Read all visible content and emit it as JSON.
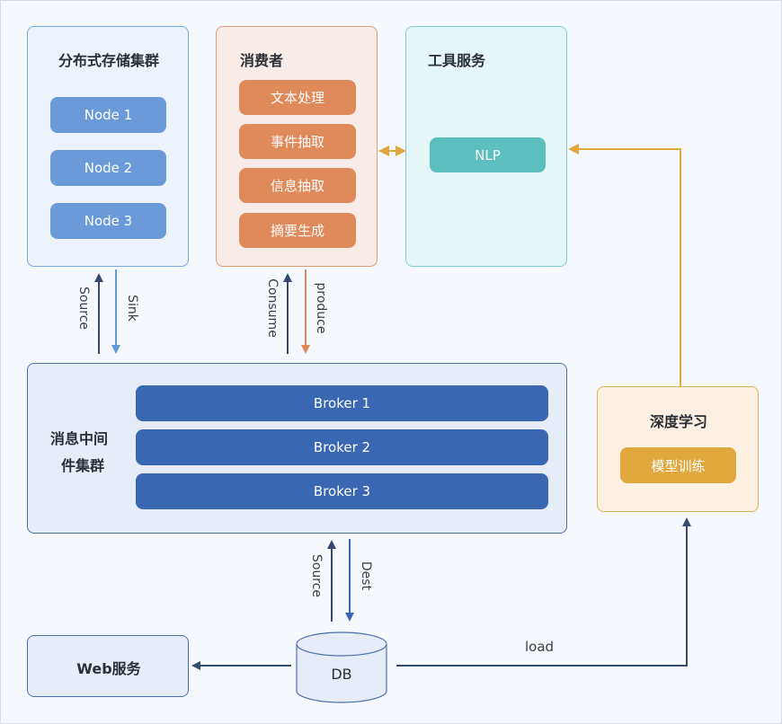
{
  "storage": {
    "title": "分布式存储集群",
    "nodes": [
      "Node 1",
      "Node 2",
      "Node 3"
    ]
  },
  "consumer": {
    "title": "消费者",
    "tasks": [
      "文本处理",
      "事件抽取",
      "信息抽取",
      "摘要生成"
    ]
  },
  "tools": {
    "title": "工具服务",
    "service": "NLP"
  },
  "broker": {
    "title_line1": "消息中间",
    "title_line2": "件集群",
    "brokers": [
      "Broker 1",
      "Broker 2",
      "Broker 3"
    ]
  },
  "deep": {
    "title": "深度学习",
    "task": "模型训练"
  },
  "web": {
    "title": "Web服务"
  },
  "db": {
    "label": "DB"
  },
  "edges": {
    "source": "Source",
    "sink": "Sink",
    "consume": "Consume",
    "produce": "produce",
    "source2": "Source",
    "dest": "Dest",
    "load": "load"
  },
  "colors": {
    "storage_bg": "#edf3fb",
    "storage_border": "#7aa6d6",
    "node": "#6a9bd8",
    "consumer_bg": "#f7ece8",
    "consumer_border": "#e09a77",
    "task": "#e0895a",
    "tools_bg": "#e4f6f5",
    "tools_border": "#7ccfcf",
    "nlp": "#5bbfbf",
    "broker_bg": "#e6edf8",
    "broker_border": "#4b6fae",
    "broker": "#3a67b2",
    "deep_bg": "#fbf0e1",
    "deep_border": "#e1b05a",
    "train": "#e1a83e",
    "arrow_dark": "#344a6e",
    "arrow_light": "#5e9bd7",
    "arrow_orange": "#e0895a",
    "arrow_gold": "#e1a83e"
  }
}
